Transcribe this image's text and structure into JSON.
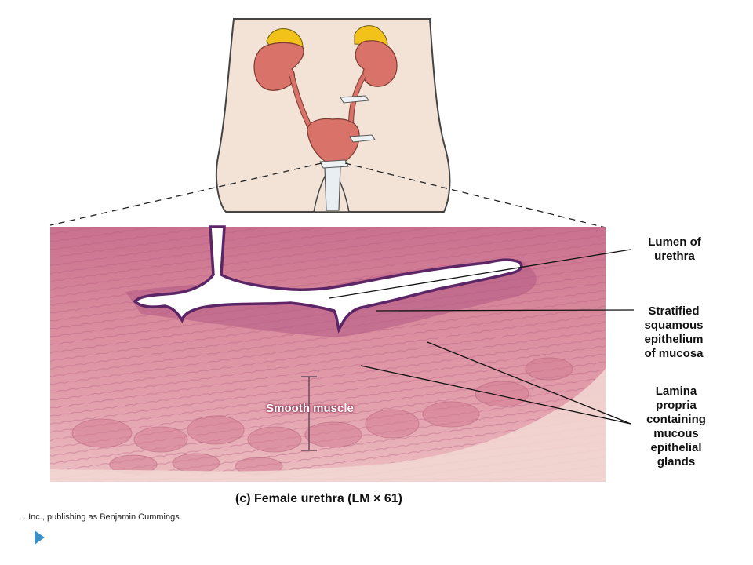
{
  "labels": {
    "lumen": [
      "Lumen of",
      "urethra"
    ],
    "stratified": [
      "Stratified",
      "squamous",
      "epithelium",
      "of mucosa"
    ],
    "lamina": [
      "Lamina",
      "propria",
      "containing",
      "mucous",
      "epithelial",
      "glands"
    ],
    "smooth_muscle": "Smooth muscle"
  },
  "caption": "(c) Female urethra (LM × 61)",
  "credit": ". Inc., publishing as Benjamin Cummings.",
  "colors": {
    "skin": "#f2e2d4",
    "kidney": "#d9736a",
    "adrenal": "#f3c21a",
    "tissue": "#d98a9a",
    "tissue_dark": "#a8466e",
    "epithelium": "#6b2f6e",
    "lumen": "#ffffff",
    "bullet": "#3b8fc4"
  }
}
